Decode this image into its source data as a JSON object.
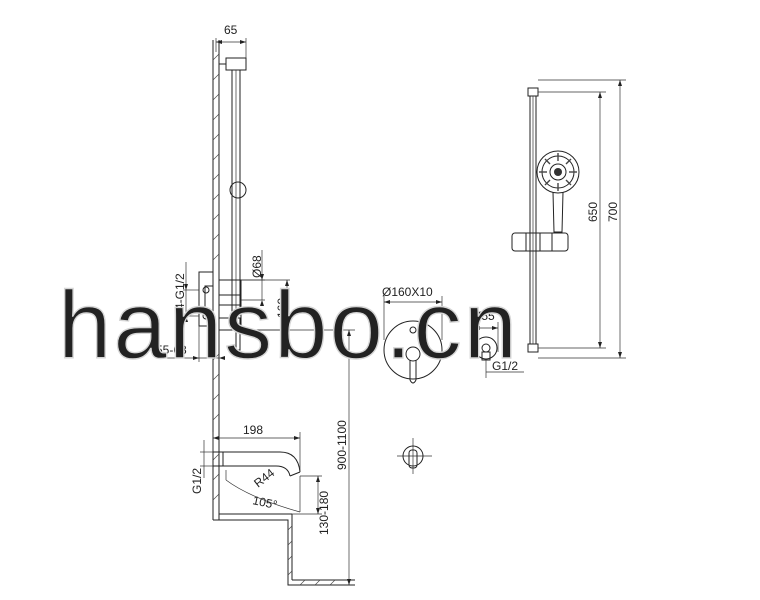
{
  "watermark": "hansbo.cn",
  "dimensions": {
    "rail_offset": "65",
    "slider_diameter": "Ø68",
    "inlet_thread": "4-G1/2",
    "wall_depth": "55-68",
    "valve_height": "160",
    "install_height": "900-1100",
    "spout_length": "198",
    "spout_radius": "R44",
    "spout_angle": "105°",
    "spout_height": "130-180",
    "spout_thread": "G1/2",
    "plate_size": "Ø160X10",
    "outlet_diameter": "Ø55",
    "outlet_thread": "G1/2",
    "rail_length_inner": "650",
    "rail_length_outer": "700"
  }
}
